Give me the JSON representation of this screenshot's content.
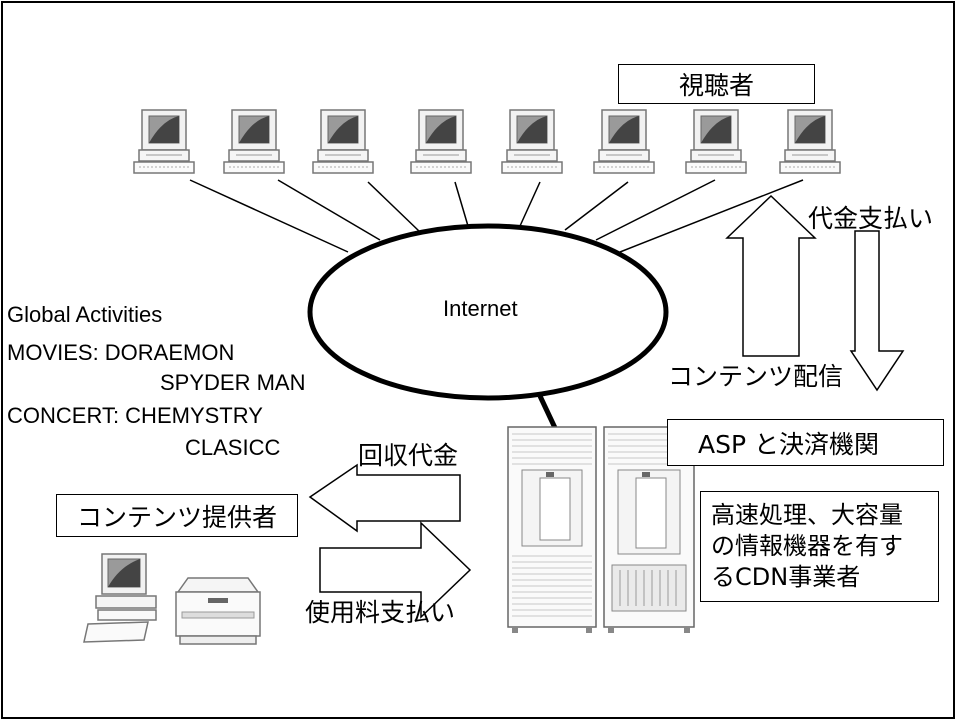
{
  "viewers_label": "視聴者",
  "internet_label": "Internet",
  "payment_up_label": "代金支払い",
  "delivery_label": "コンテンツ配信",
  "global": {
    "title": "Global Activities",
    "movies": "MOVIES: DORAEMON",
    "movies2": "SPYDER MAN",
    "concert": "CONCERT: CHEMYSTRY",
    "concert2": "CLASICC"
  },
  "collected_label": "回収代金",
  "provider_label": "コンテンツ提供者",
  "usage_fee_label": "使用料支払い",
  "asp_label": "ASP と決済機関",
  "cdn_lines": [
    "高速処理、大容量",
    "の情報機器を有す",
    "るCDN事業者"
  ],
  "icons": [
    "computer-terminal-icon",
    "desktop-computer-icon",
    "printer-icon",
    "server-rack-icon"
  ]
}
